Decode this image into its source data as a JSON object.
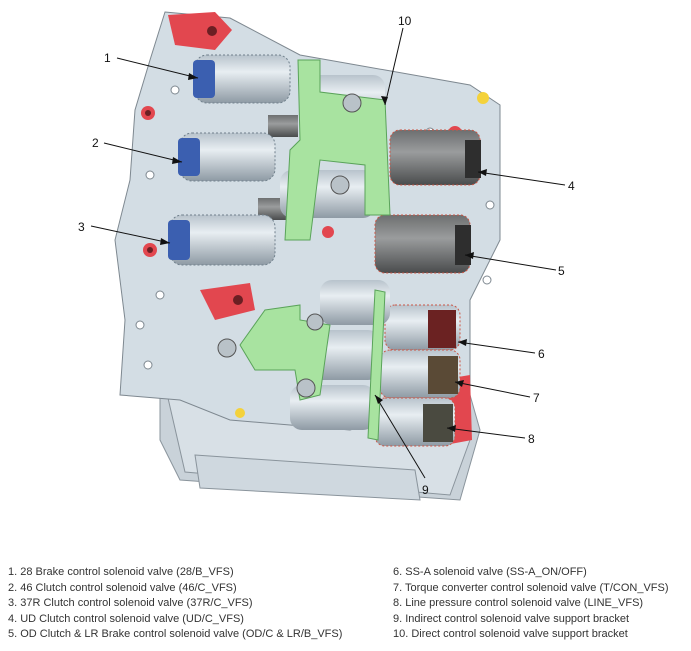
{
  "callouts": [
    "1",
    "2",
    "3",
    "4",
    "5",
    "6",
    "7",
    "8",
    "9",
    "10"
  ],
  "legend_left": [
    "1. 28 Brake control solenoid valve (28/B_VFS)",
    "2. 46 Clutch control solenoid valve (46/C_VFS)",
    "3. 37R Clutch control solenoid valve (37R/C_VFS)",
    "4. UD Clutch control solenoid valve (UD/C_VFS)",
    "5. OD Clutch & LR Brake control solenoid valve (OD/C & LR/B_VFS)"
  ],
  "legend_right": [
    "6. SS-A solenoid valve (SS-A_ON/OFF)",
    "7. Torque converter control solenoid valve (T/CON_VFS)",
    "8. Line pressure control solenoid valve (LINE_VFS)",
    "9. Indirect control solenoid valve support bracket",
    "10. Direct control solenoid valve support bracket"
  ]
}
